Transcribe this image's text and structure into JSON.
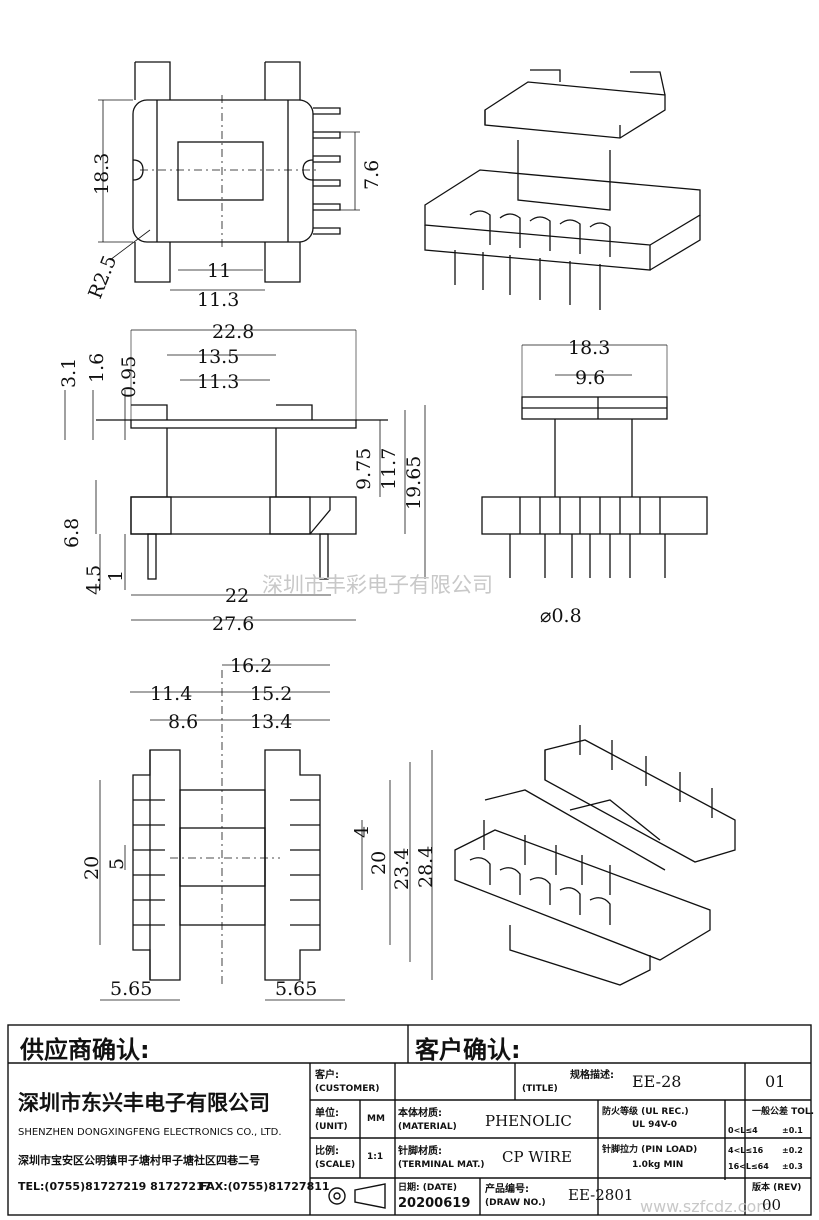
{
  "watermark": "深圳市丰彩电子有限公司",
  "watermark2": "www.szfcdz.com",
  "top_view": {
    "d1": "18.3",
    "d2": "7.6",
    "d3": "R2.5",
    "d4": "11",
    "d5": "11.3"
  },
  "front_view": {
    "d1": "22.8",
    "d2": "13.5",
    "d3": "11.3",
    "d4": "3.1",
    "d5": "1.6",
    "d6": "0.95",
    "d7": "9.75",
    "d8": "11.7",
    "d9": "19.65",
    "d10": "6.8",
    "d11": "4.5",
    "d12": "1",
    "d13": "22",
    "d14": "27.6"
  },
  "side_view": {
    "d1": "18.3",
    "d2": "9.6",
    "d3": "⌀0.8"
  },
  "bottom_view": {
    "d1": "16.2",
    "d2": "11.4",
    "d3": "15.2",
    "d4": "8.6",
    "d5": "13.4",
    "d6": "20",
    "d7": "5",
    "d8": "4",
    "d9": "20",
    "d10": "23.4",
    "d11": "28.4",
    "d12": "5.65",
    "d13": "5.65"
  },
  "approval": {
    "supplier": "供应商确认:",
    "customer": "客户确认:"
  },
  "company": {
    "name_cn": "深圳市东兴丰电子有限公司",
    "name_en": "SHENZHEN DONGXINGFENG ELECTRONICS CO., LTD.",
    "address": "深圳市宝安区公明镇甲子塘村甲子塘社区四巷二号",
    "tel": "TEL:(0755)81727219  81727217",
    "fax": "FAX:(0755)81727811"
  },
  "title_block": {
    "customer_label_cn": "客户:",
    "customer_label_en": "(CUSTOMER)",
    "title_label_cn": "规格描述:",
    "title_label_en": "(TITLE)",
    "title_value": "EE-28",
    "sheet_no": "01",
    "unit_label_cn": "单位:",
    "unit_label_en": "(UNIT)",
    "unit_value": "MM",
    "material_label_cn": "本体材质:",
    "material_label_en": "(MATERIAL)",
    "material_value": "PHENOLIC",
    "flame_label": "防火等级 (UL REC.)",
    "flame_value": "UL 94V-0",
    "tol_label": "一般公差 TOL.",
    "tol_rows": [
      [
        "0<L≤4",
        "±0.1"
      ],
      [
        "4<L≤16",
        "±0.2"
      ],
      [
        "16<L≤64",
        "±0.3"
      ]
    ],
    "scale_label_cn": "比例:",
    "scale_label_en": "(SCALE)",
    "scale_value": "1:1",
    "terminal_label_cn": "针脚材质:",
    "terminal_label_en": "(TERMINAL MAT.)",
    "terminal_value": "CP WIRE",
    "pin_load_label": "针脚拉力 (PIN LOAD)",
    "pin_load_value": "1.0kg MIN",
    "date_label": "日期: (DATE)",
    "date_value": "20200619",
    "drawno_label_cn": "产品编号:",
    "drawno_label_en": "(DRAW NO.)",
    "drawno_value": "EE-2801",
    "rev_label": "版本 (REV)",
    "rev_value": "00"
  }
}
